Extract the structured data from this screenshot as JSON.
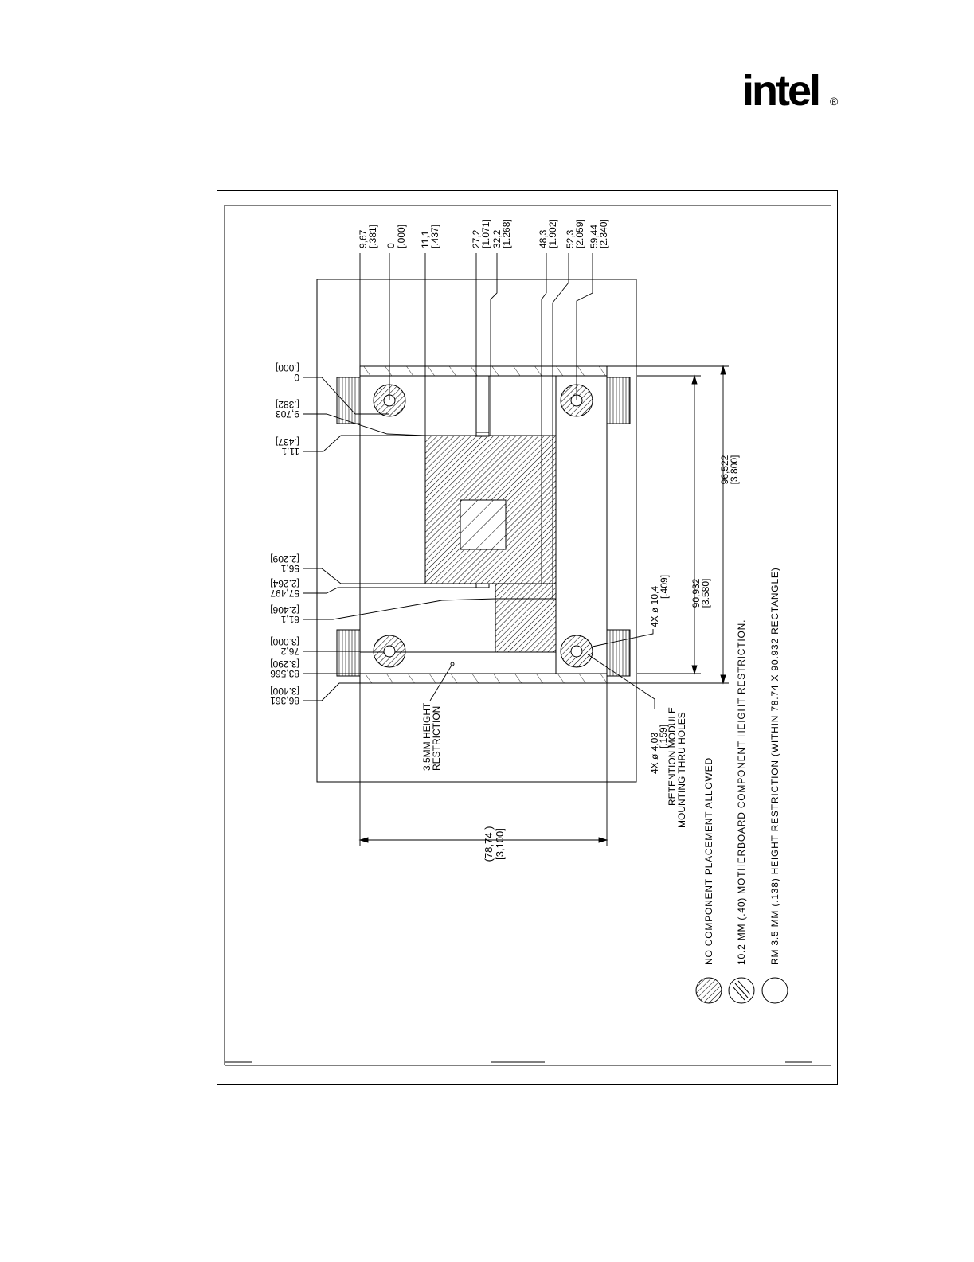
{
  "logo": {
    "text": "intel",
    "mark": "®"
  },
  "dims_top": [
    {
      "mm": "9,67",
      "in": "[.381]"
    },
    {
      "mm": "0",
      "in": "[.000]"
    },
    {
      "mm": "11,1",
      "in": "[.437]"
    },
    {
      "mm": "27,2",
      "in": "[1.071]"
    },
    {
      "mm": "32,2",
      "in": "[1.268]"
    },
    {
      "mm": "48,3",
      "in": "[1.902]"
    },
    {
      "mm": "52,3",
      "in": "[2.059]"
    },
    {
      "mm": "59,44",
      "in": "[2.340]"
    }
  ],
  "dims_left": [
    {
      "mm": "0",
      "in": "[.000]"
    },
    {
      "mm": "9,703",
      "in": "[.382]"
    },
    {
      "mm": "11,1",
      "in": "[.437]"
    },
    {
      "mm": "56,1",
      "in": "[2.209]"
    },
    {
      "mm": "57,497",
      "in": "[2.264]"
    },
    {
      "mm": "61,1",
      "in": "[2.406]"
    },
    {
      "mm": "76,2",
      "in": "[3.000]"
    },
    {
      "mm": "83,566",
      "in": "[3.290]"
    },
    {
      "mm": "86,361",
      "in": "[3.400]"
    }
  ],
  "dim_width": {
    "mm": "(78,74 )",
    "in": "[3,100]"
  },
  "dim_inner": {
    "mm": "90,932",
    "in": "[3.580]"
  },
  "dim_outer": {
    "mm": "96,522",
    "in": "[3.800]"
  },
  "callouts": {
    "hole_large": {
      "line1": "4X ø 10,4",
      "line2": "[.409]"
    },
    "hole_small": {
      "line1": "4X ø 4,03",
      "line2": "[.159]",
      "line3": "RETENTION MODULE",
      "line4": "MOUNTING THRU HOLES"
    },
    "height_restriction": {
      "line1": "3,5MM HEIGHT",
      "line2": "RESTRICTION"
    }
  },
  "legend": [
    {
      "text": "NO COMPONENT PLACEMENT ALLOWED"
    },
    {
      "text": "10.2 MM (.40) MOTHERBOARD COMPONENT HEIGHT RESTRICTION."
    },
    {
      "text": "RM  3.5 MM (.138) HEIGHT RESTRICTION (WITHIN 78.74 X 90.932 RECTANGLE)"
    }
  ]
}
